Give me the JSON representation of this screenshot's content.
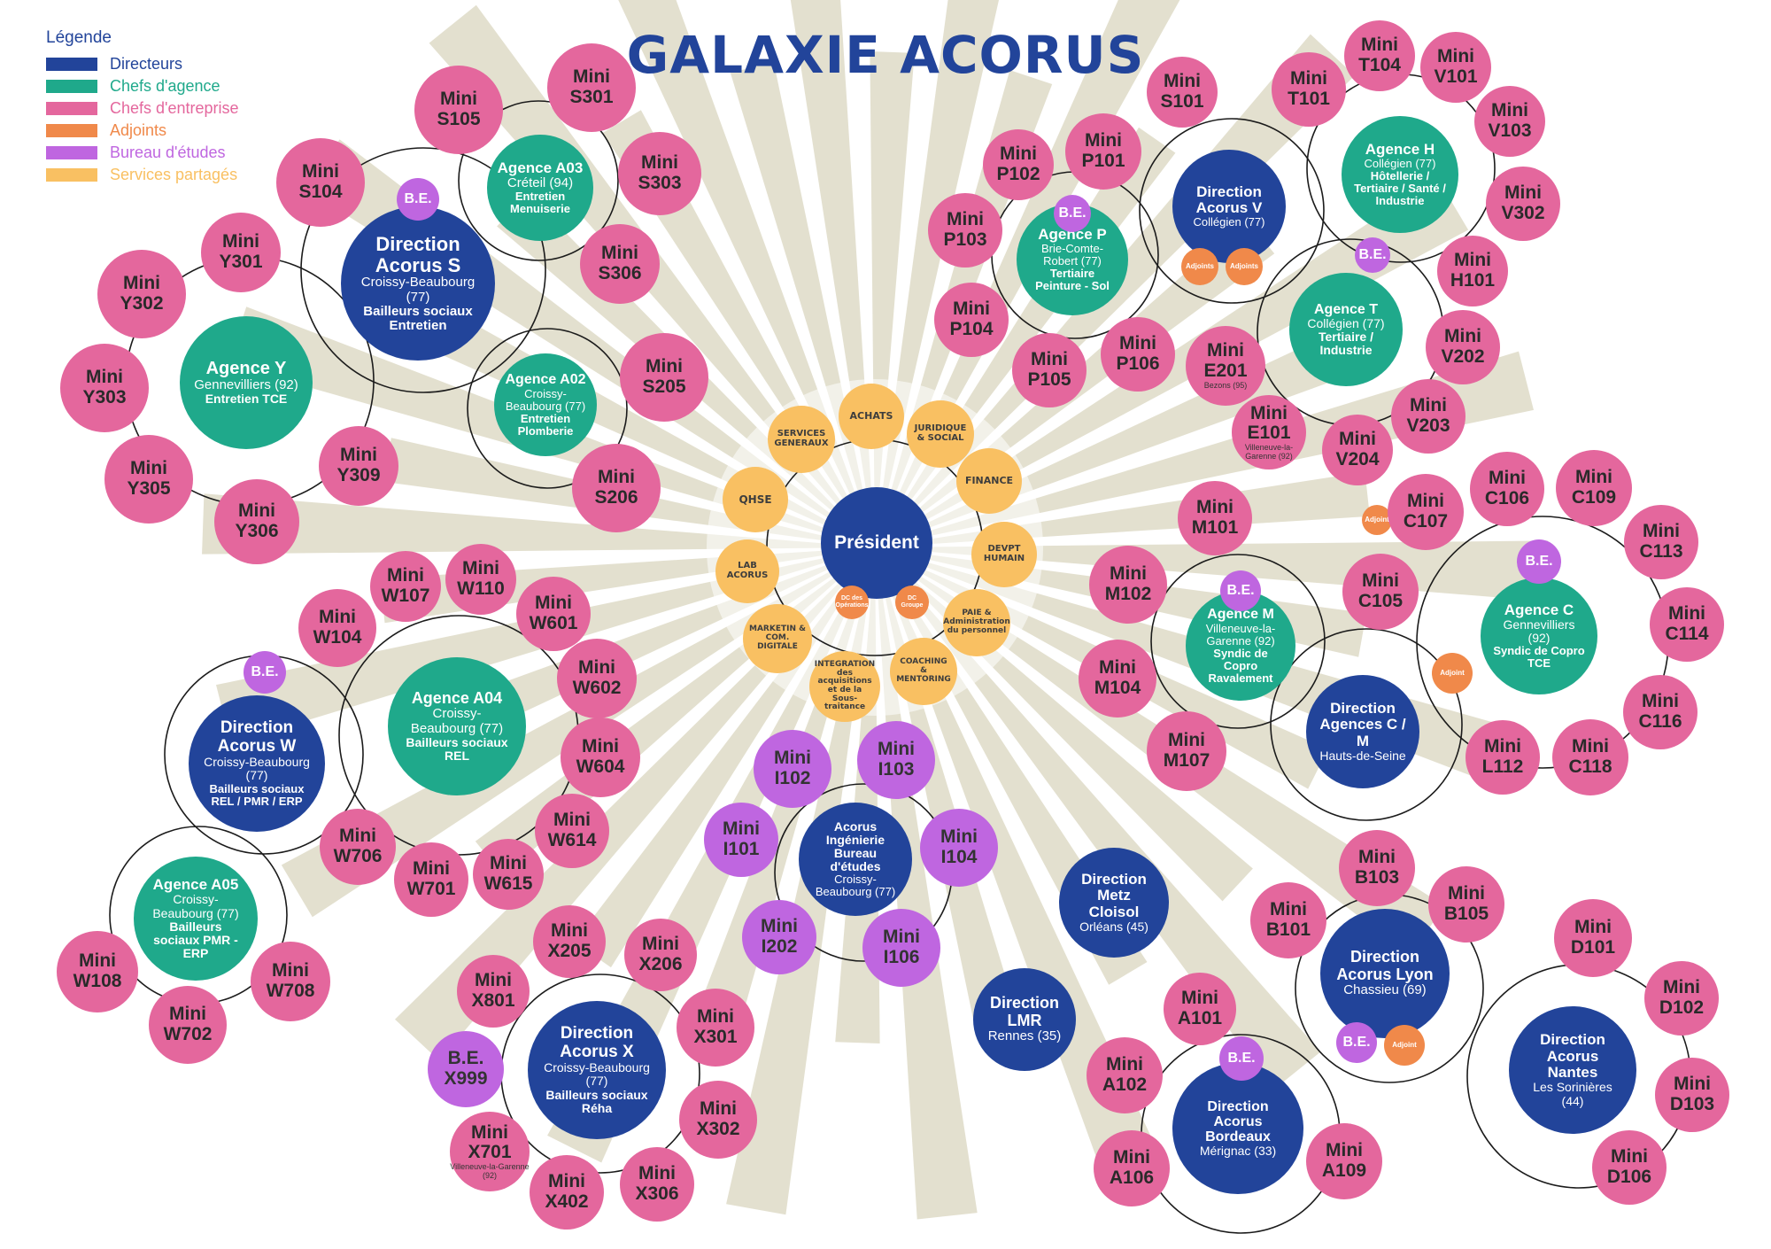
{
  "title": "GALAXIE ACORUS",
  "colors": {
    "director": "#22449a",
    "agency": "#1fa98b",
    "mini": "#e4679d",
    "adjoint": "#f0894a",
    "be": "#bf66e0",
    "service": "#f9c062"
  },
  "legend": {
    "title": "Légende",
    "items": [
      {
        "label": "Directeurs",
        "color": "#22449a"
      },
      {
        "label": "Chefs d'agence",
        "color": "#1fa98b"
      },
      {
        "label": "Chefs d'entreprise",
        "color": "#e4679d"
      },
      {
        "label": "Adjoints",
        "color": "#f0894a"
      },
      {
        "label": "Bureau d'études",
        "color": "#bf66e0"
      },
      {
        "label": "Services partagés",
        "color": "#f9c062"
      }
    ]
  },
  "president": {
    "label": "Président",
    "dc_operations": "DC des Opérations",
    "dc_groupe": "DC Groupe"
  },
  "services": [
    {
      "id": "achats",
      "label": "ACHATS"
    },
    {
      "id": "juridique",
      "label": "JURIDIQUE & SOCIAL"
    },
    {
      "id": "finance",
      "label": "FINANCE"
    },
    {
      "id": "devpt",
      "label": "DEVPT HUMAIN"
    },
    {
      "id": "paie",
      "label": "PAIE & Administration du personnel"
    },
    {
      "id": "coaching",
      "label": "COACHING & MENTORING"
    },
    {
      "id": "integration",
      "label": "INTEGRATION des acquisitions et de la Sous-traitance"
    },
    {
      "id": "marketing",
      "label": "MARKETIN & COM. DIGITALE"
    },
    {
      "id": "lab",
      "label": "LAB ACORUS"
    },
    {
      "id": "qhse",
      "label": "QHSE"
    },
    {
      "id": "services_generaux",
      "label": "SERVICES GENERAUX"
    }
  ],
  "directions": {
    "acorus_s": {
      "name": "Direction Acorus S",
      "city": "Croissy-Beaubourg (77)",
      "activity": "Bailleurs sociaux Entretien"
    },
    "acorus_w": {
      "name": "Direction Acorus W",
      "city": "Croissy-Beaubourg (77)",
      "activity": "Bailleurs sociaux REL / PMR / ERP"
    },
    "acorus_x": {
      "name": "Direction Acorus X",
      "city": "Croissy-Beaubourg (77)",
      "activity": "Bailleurs sociaux Réha"
    },
    "acorus_v": {
      "name": "Direction Acorus V",
      "city": "Collégien (77)"
    },
    "agences_cm": {
      "name": "Direction Agences C / M",
      "city": "Hauts-de-Seine"
    },
    "metz": {
      "name": "Direction Metz Cloisol",
      "city": "Orléans (45)"
    },
    "lmr": {
      "name": "Direction LMR",
      "city": "Rennes (35)"
    },
    "bordeaux": {
      "name": "Direction Acorus Bordeaux",
      "city": "Mérignac (33)"
    },
    "lyon": {
      "name": "Direction Acorus Lyon",
      "city": "Chassieu (69)"
    },
    "nantes": {
      "name": "Direction Acorus Nantes",
      "city": "Les Sorinières (44)"
    },
    "ingenierie": {
      "name": "Acorus Ingénierie",
      "activity": "Bureau d'études",
      "city": "Croissy-Beaubourg (77)"
    }
  },
  "agencies": {
    "a03": {
      "name": "Agence A03",
      "city": "Créteil (94)",
      "activity": "Entretien Menuiserie"
    },
    "a02": {
      "name": "Agence A02",
      "city": "Croissy-Beaubourg (77)",
      "activity": "Entretien Plomberie"
    },
    "y": {
      "name": "Agence Y",
      "city": "Gennevilliers (92)",
      "activity": "Entretien TCE"
    },
    "a04": {
      "name": "Agence A04",
      "city": "Croissy-Beaubourg (77)",
      "activity": "Bailleurs sociaux REL"
    },
    "a05": {
      "name": "Agence A05",
      "city": "Croissy-Beaubourg (77)",
      "activity": "Bailleurs sociaux PMR - ERP"
    },
    "p": {
      "name": "Agence P",
      "city": "Brie-Comte-Robert (77)",
      "activity": "Tertiaire Peinture - Sol"
    },
    "h": {
      "name": "Agence H",
      "city": "Collégien (77)",
      "activity": "Hôtellerie / Tertiaire / Santé / Industrie"
    },
    "t": {
      "name": "Agence T",
      "city": "Collégien (77)",
      "activity": "Tertiaire / Industrie"
    },
    "m": {
      "name": "Agence M",
      "city": "Villeneuve-la-Garenne (92)",
      "activity": "Syndic de Copro Ravalement"
    },
    "c": {
      "name": "Agence C",
      "city": "Gennevilliers (92)",
      "activity": "Syndic de Copro TCE"
    }
  },
  "labels": {
    "mini": "Mini",
    "be": "B.E.",
    "adjoint": "Adjoint",
    "adjoints": "Adjoints",
    "e201_city": "Bezons (95)",
    "e101_city": "Villeneuve-la-Garenne (92)",
    "x701_city": "Villeneuve-la-Garenne (92)"
  },
  "minis": [
    "S301",
    "S105",
    "S303",
    "S104",
    "S306",
    "Y301",
    "Y302",
    "Y303",
    "Y305",
    "Y306",
    "Y309",
    "S205",
    "S206",
    "W107",
    "W110",
    "W104",
    "W601",
    "W602",
    "W604",
    "W614",
    "W615",
    "W701",
    "W706",
    "W108",
    "W702",
    "W708",
    "I102",
    "I103",
    "I101",
    "I104",
    "I202",
    "I106",
    "X205",
    "X206",
    "X801",
    "X301",
    "X302",
    "X701",
    "X402",
    "X306",
    "X999",
    "S101",
    "P101",
    "P102",
    "P103",
    "P104",
    "P105",
    "P106",
    "T104",
    "V101",
    "T101",
    "V103",
    "V302",
    "H101",
    "V202",
    "V203",
    "V204",
    "E201",
    "E101",
    "M101",
    "M102",
    "M104",
    "M107",
    "C106",
    "C109",
    "C107",
    "C105",
    "C113",
    "C114",
    "C116",
    "C118",
    "L112",
    "B103",
    "B105",
    "B101",
    "A101",
    "A102",
    "A106",
    "A109",
    "D101",
    "D102",
    "D103",
    "D106"
  ]
}
